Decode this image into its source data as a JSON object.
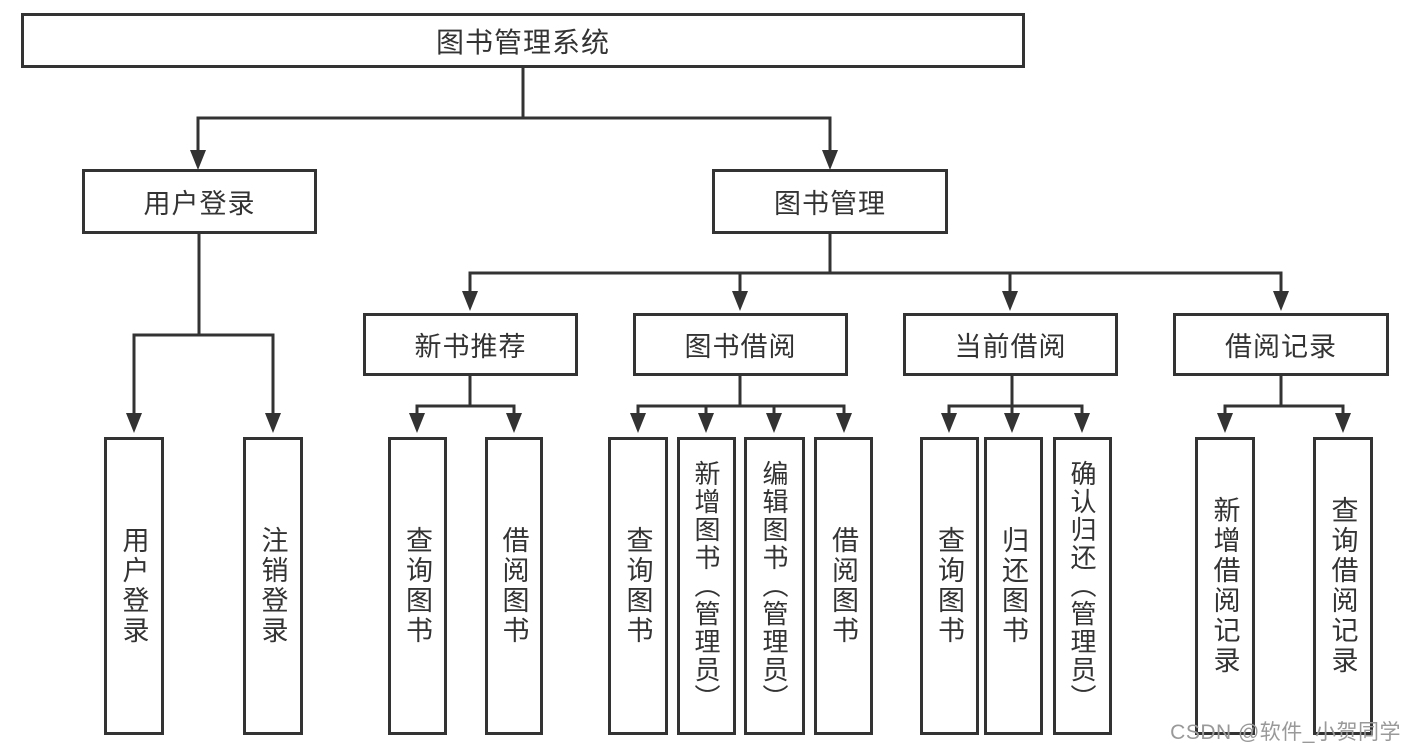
{
  "diagram": {
    "root": "图书管理系统",
    "level2": [
      "用户登录",
      "图书管理"
    ],
    "level3": [
      "新书推荐",
      "图书借阅",
      "当前借阅",
      "借阅记录"
    ],
    "leaves": [
      "用户登录",
      "注销登录",
      "查询图书",
      "借阅图书",
      "查询图书",
      "新增图书（管理员）",
      "编辑图书（管理员）",
      "借阅图书",
      "查询图书",
      "归还图书",
      "确认归还（管理员）",
      "新增借阅记录",
      "查询借阅记录"
    ]
  },
  "watermark": "CSDN @软件_小贺同学",
  "colors": {
    "line": "#333333",
    "text": "#333333",
    "watermark": "#999999",
    "background": "#ffffff"
  }
}
